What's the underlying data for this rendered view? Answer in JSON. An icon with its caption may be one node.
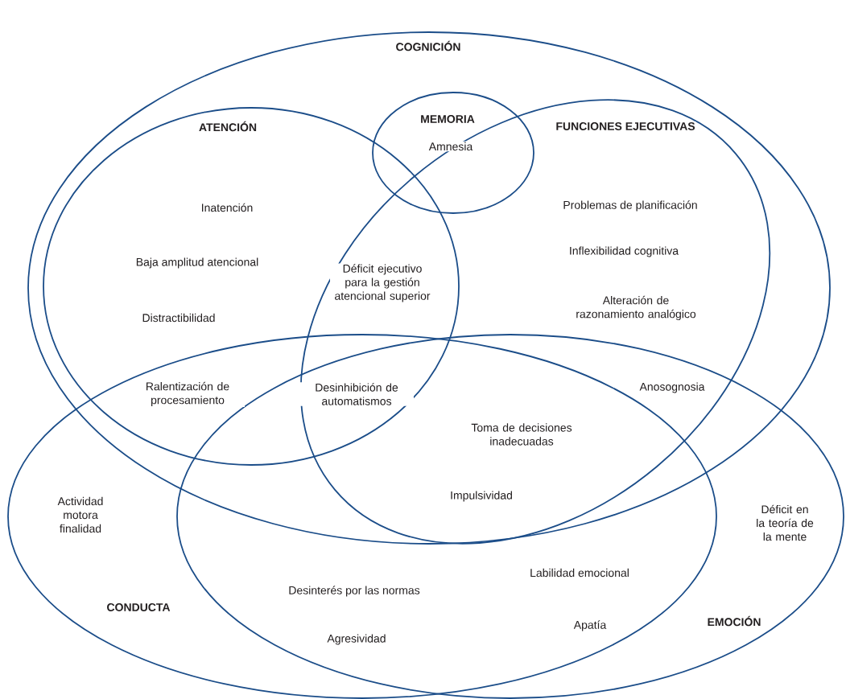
{
  "diagram": {
    "nodes": [
      {
        "text": [
          "COGNICIÓN"
        ]
      },
      {
        "text": [
          "MEMORIA",
          "Amnesia"
        ],
        "in": 0
      },
      {
        "text": [
          "ATENCIÓN"
        ],
        "in": 0
      },
      {
        "text": [
          "FUNCIONES EJECUTIVAS"
        ],
        "in": 0
      },
      {
        "text": [
          "CONDUCTA"
        ]
      },
      {
        "text": [
          "EMOCIÓN"
        ]
      }
    ],
    "labels": [
      "Inatención",
      "Baja amplitud atencional",
      "Distractibilidad",
      "Problemas de planificación",
      "Inflexibilidad cognitiva",
      "Déficit ejecutivo para la gestión atencional superior",
      "Alteración de razonamiento analógico",
      "Ralentización de procesamiento",
      "Desinhibición de automatismos",
      "Anosognosia",
      "Toma de decisiones inadecuadas",
      "Actividad motora finalidad",
      "Impulsividad",
      "Déficit en la teoría de la mente",
      "Labilidad emocional",
      "Desinterés por las normas",
      "Apatía",
      "Agresividad"
    ]
  }
}
